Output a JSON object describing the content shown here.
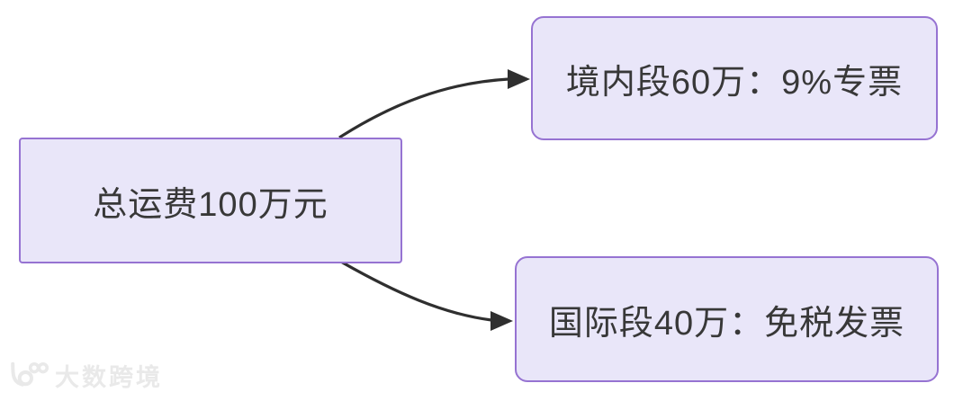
{
  "diagram": {
    "root": {
      "label": "总运费100万元"
    },
    "branches": [
      {
        "label": "境内段60万：9%专票"
      },
      {
        "label": "国际段40万：免税发票"
      }
    ]
  },
  "watermark": {
    "text": "大数跨境"
  },
  "colors": {
    "background": "#ffffff",
    "node-fill": "#e9e6f9",
    "node-border": "#9673d2",
    "arrow": "#2f2f2f",
    "text": "#383838",
    "watermark": "#e9e9e9"
  }
}
